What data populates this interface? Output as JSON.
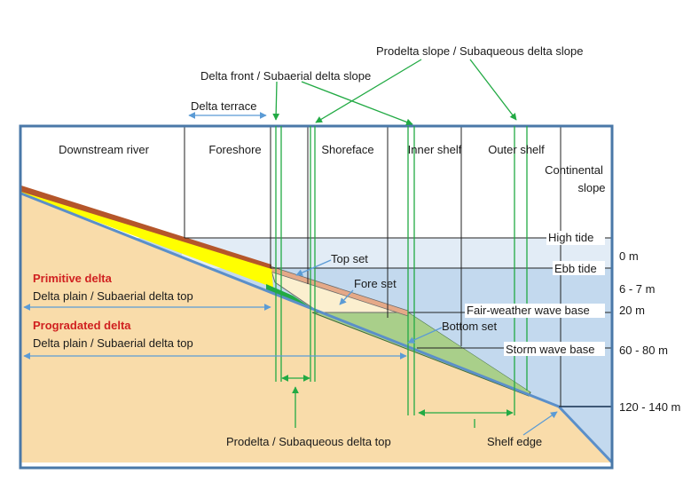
{
  "zones": {
    "downstream_river": "Downstream river",
    "foreshore": "Foreshore",
    "shoreface": "Shoreface",
    "inner_shelf": "Inner shelf",
    "outer_shelf": "Outer shelf",
    "continental_slope_1": "Continental",
    "continental_slope_2": "slope"
  },
  "levels": {
    "high_tide": "High tide",
    "ebb_tide": "Ebb tide",
    "fair_weather": "Fair-weather wave base",
    "storm_wave": "Storm wave base"
  },
  "depths": {
    "d0": "0 m",
    "d1": "6 - 7 m",
    "d2": "20 m",
    "d3": "60 - 80 m",
    "d4": "120 - 140 m"
  },
  "sets": {
    "top_set": "Top set",
    "fore_set": "Fore set",
    "bottom_set": "Bottom set"
  },
  "deltas": {
    "primitive_title": "Primitive delta",
    "primitive_sub": "Delta plain / Subaerial delta top",
    "prograded_title": "Progradated delta",
    "prograded_sub": "Delta plain / Subaerial delta top"
  },
  "annotations": {
    "prodelta_slope": "Prodelta slope / Subaqueous delta slope",
    "delta_front": "Delta front / Subaerial delta slope",
    "delta_terrace": "Delta terrace",
    "prodelta_top": "Prodelta / Subaqueous delta top",
    "shelf_edge": "Shelf edge"
  },
  "colors": {
    "sand": "#f9dcaa",
    "water": "#c3d9ee",
    "frame": "#4a78a8",
    "brown": "#b5562a",
    "yellow": "#ffff00",
    "green": "#22aa44",
    "bottom_set": "#a9cf8a",
    "top_set": "#e5a988",
    "fore_set": "#fbefcf",
    "blue_arrow": "#5b9bd5",
    "red_text": "#d02020"
  }
}
